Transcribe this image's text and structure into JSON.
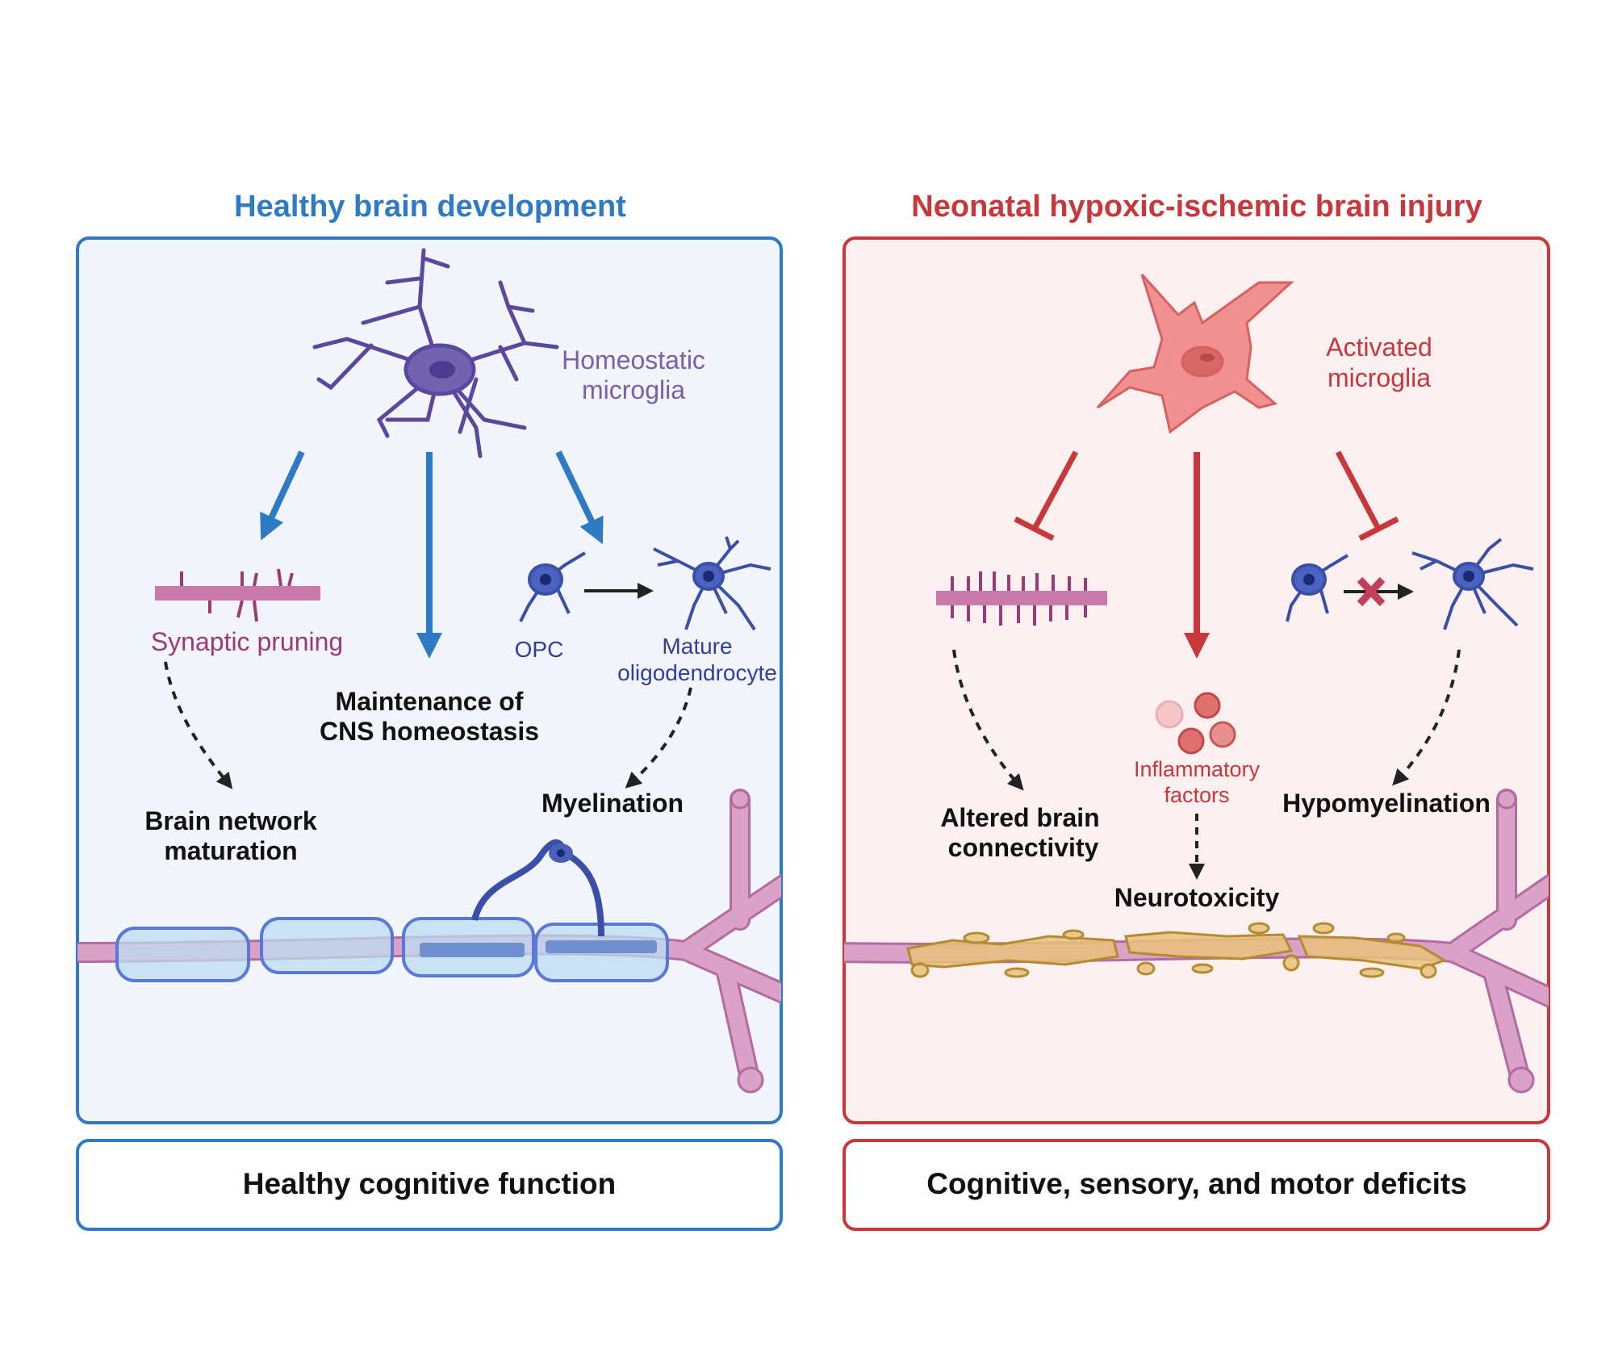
{
  "left": {
    "title": "Healthy brain development",
    "microglia_label": [
      "Homeostatic",
      "microglia"
    ],
    "synaptic_label": "Synaptic pruning",
    "maintenance_label": [
      "Maintenance of",
      "CNS homeostasis"
    ],
    "opc_label": "OPC",
    "mature_label": [
      "Mature",
      "oligodendrocyte"
    ],
    "network_label": [
      "Brain network",
      "maturation"
    ],
    "myelination_label": "Myelination",
    "outcome": "Healthy cognitive function"
  },
  "right": {
    "title": "Neonatal hypoxic-ischemic brain injury",
    "microglia_label": [
      "Activated",
      "microglia"
    ],
    "inflammatory_label": [
      "Inflammatory",
      "factors"
    ],
    "altered_label": [
      "Altered brain",
      "connectivity"
    ],
    "hypomyelination_label": "Hypomyelination",
    "neurotoxicity_label": "Neurotoxicity",
    "outcome": "Cognitive, sensory, and motor deficits"
  },
  "colors": {
    "healthy": "#2f7ac4",
    "injury": "#c8373a",
    "homeostatic_microglia": "#7a5fae",
    "activated_microglia": "#f09090",
    "synapse": "#9b3a78",
    "oligodendrocyte": "#3a4fa8",
    "axon": "#d9a2c6"
  }
}
